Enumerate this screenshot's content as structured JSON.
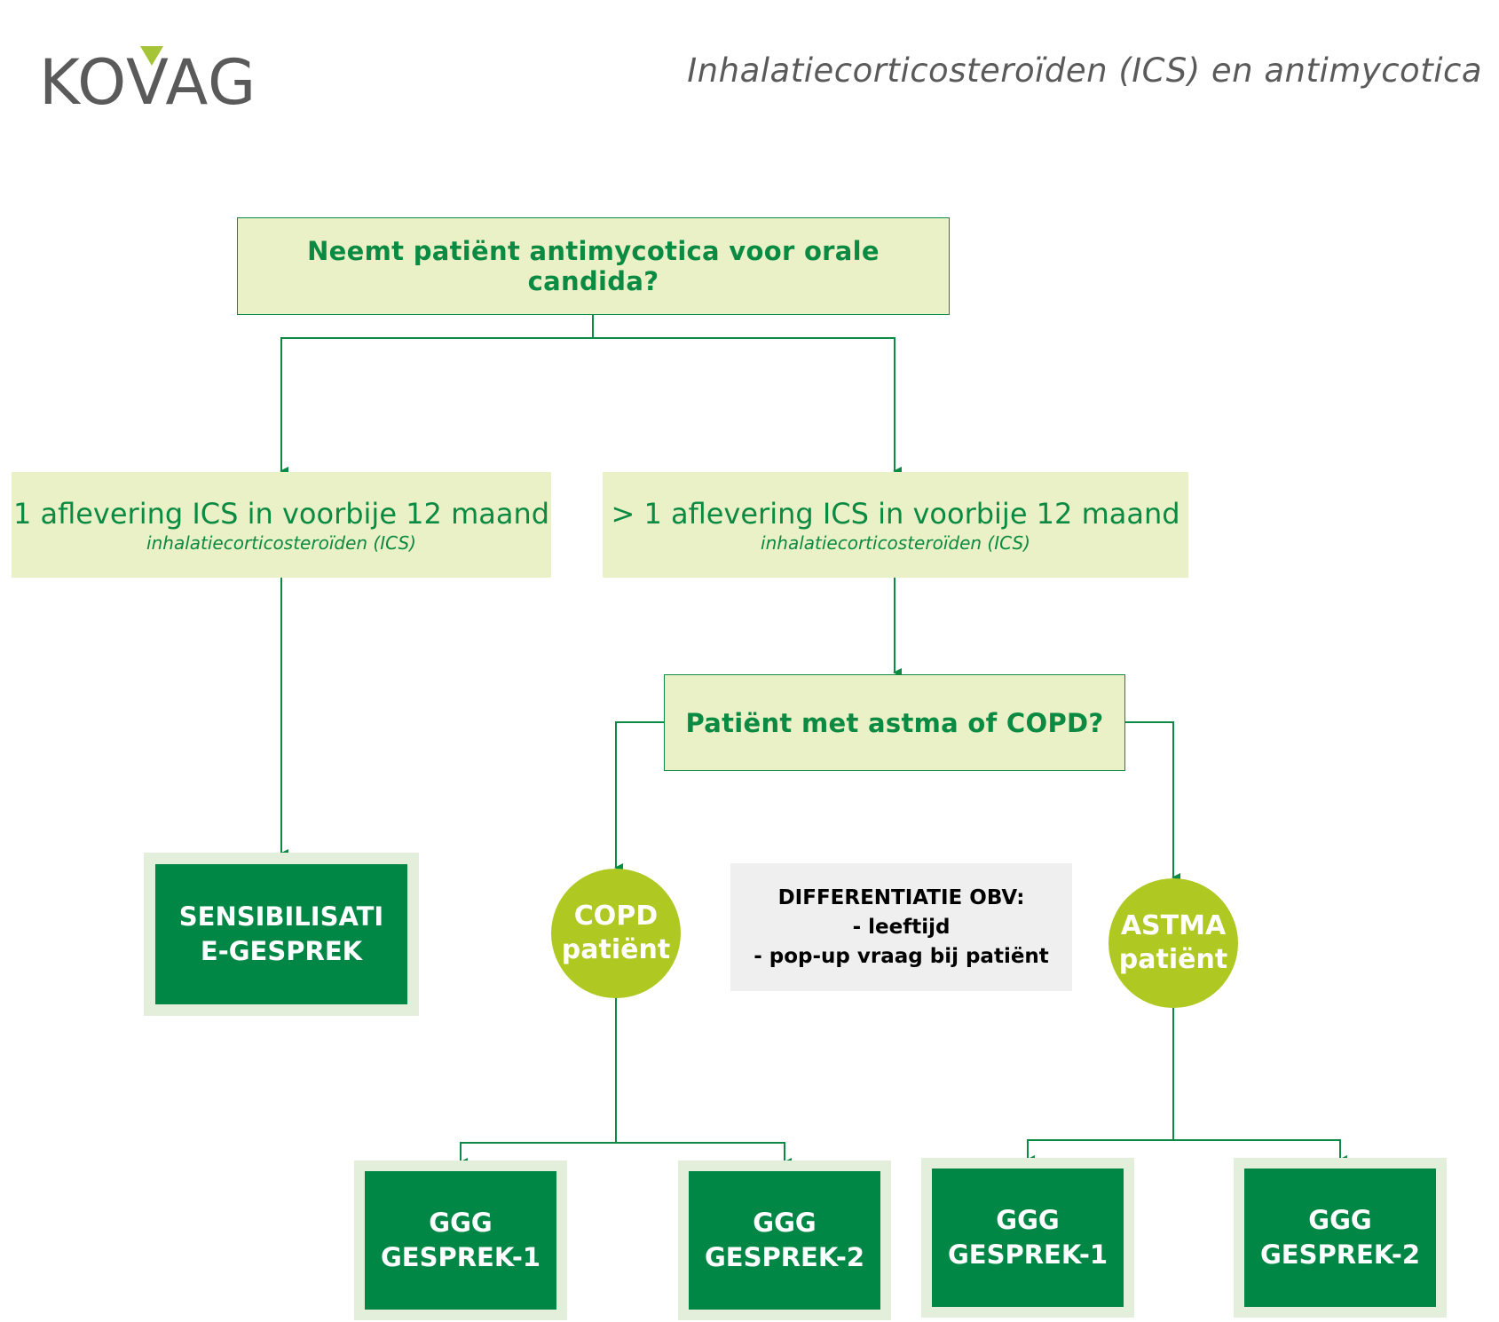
{
  "header": {
    "logo_text": "KOVAG",
    "title": "Inhalatiecorticosteroïden (ICS) en antimycotica"
  },
  "flow": {
    "question1": "Neemt patiënt antimycotica voor orale candida?",
    "branch_left": {
      "line1": "1 aflevering ICS in voorbije 12 maand",
      "line2": "inhalatiecorticosteroïden (ICS)"
    },
    "branch_right": {
      "line1": "> 1 aflevering ICS in voorbije 12 maand",
      "line2": "inhalatiecorticosteroïden (ICS)"
    },
    "question2": "Patiënt met astma of COPD?",
    "outcome_sensibilisatie": "SENSIBILISATIE-GESPREK",
    "copd": {
      "line1": "COPD",
      "line2": "patiënt"
    },
    "astma": {
      "line1": "ASTMA",
      "line2": "patiënt"
    },
    "differentiatie": {
      "title": "DIFFERENTIATIE OBV:",
      "item1": "- leeftijd",
      "item2": "- pop-up vraag bij patiënt"
    },
    "ggg1": {
      "line1": "GGG",
      "line2": "GESPREK-1"
    },
    "ggg2": {
      "line1": "GGG",
      "line2": "GESPREK-2"
    }
  },
  "colors": {
    "dark_green": "#008745",
    "line_green": "#0a8a42",
    "light_green": "#ebf1c6",
    "lime": "#afc822",
    "grey_box": "#efefef"
  }
}
